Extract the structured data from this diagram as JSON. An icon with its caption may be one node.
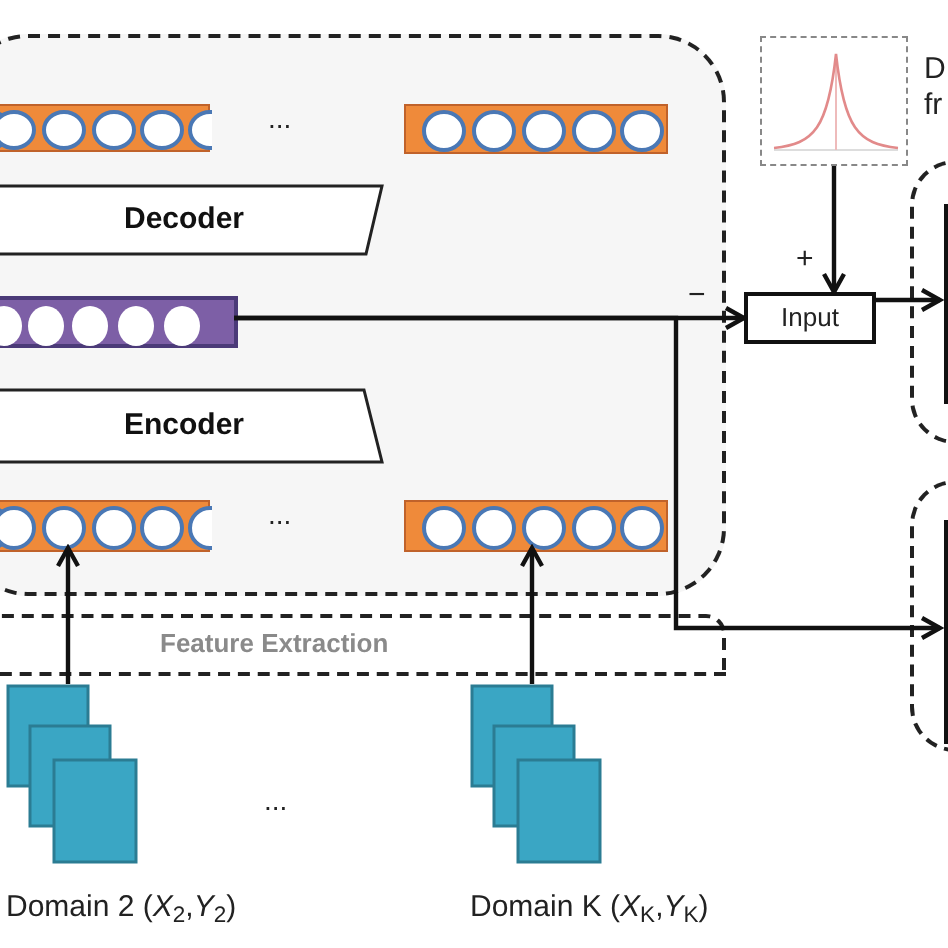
{
  "diagram": {
    "nodes": [
      {
        "text": [],
        "shape": "box"
      },
      {
        "text": [],
        "shape": "bar",
        "in": 0
      },
      {
        "text": [],
        "shape": "bar",
        "in": 0
      },
      {
        "text": [
          "Decoder"
        ],
        "in": 0
      },
      {
        "text": [],
        "shape": "bar",
        "in": 0
      },
      {
        "text": [
          "Encoder"
        ],
        "in": 0
      },
      {
        "text": [],
        "shape": "bar",
        "in": 0
      },
      {
        "text": [],
        "shape": "bar",
        "in": 0
      },
      {
        "text": [],
        "shape": "picture",
        "beside": [
          "D",
          "fr"
        ]
      },
      {
        "text": [
          "Input"
        ]
      },
      {
        "text": [],
        "shape": "box"
      },
      {
        "text": [],
        "shape": "box",
        "in": 10
      },
      {
        "text": [],
        "shape": "box"
      },
      {
        "text": [],
        "shape": "box",
        "in": 12
      },
      {
        "text": [],
        "shape": "box",
        "beside": [
          "Domain 2 (*X*$_{2}$,*Y*$_{2}$)"
        ]
      },
      {
        "text": [],
        "shape": "box",
        "beside": [
          "Domain K (*X*$_{K}$,*Y*$_{K}$)"
        ]
      }
    ],
    "edges": [
      {
        "from": 4,
        "to": 9,
        "arrow": "to",
        "label": "−"
      },
      {
        "from": 8,
        "to": 9,
        "arrow": "to",
        "label": "+"
      },
      {
        "from": 9,
        "to": 11,
        "arrow": "to"
      },
      {
        "from": 4,
        "to": 13,
        "arrow": "to"
      },
      {
        "from": 14,
        "to": 6,
        "arrow": "to"
      },
      {
        "from": 15,
        "to": 7,
        "arrow": "to"
      }
    ],
    "labels": [
      "...",
      "...",
      "Feature Extraction",
      "..."
    ]
  }
}
